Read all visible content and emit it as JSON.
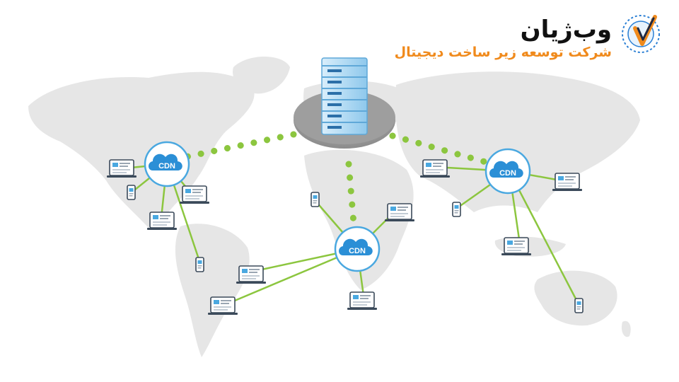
{
  "brand": {
    "name": "وب‌ژیان",
    "tagline": "شرکت توسعه زیر ساخت دیجیتال",
    "colors": {
      "accent": "#f08a1c",
      "logo_blue": "#2a7fd4"
    }
  },
  "diagram": {
    "origin_server": {
      "icon": "server-rack-icon"
    },
    "cdn_nodes": [
      {
        "id": "north-america",
        "label": "CDN"
      },
      {
        "id": "africa",
        "label": "CDN"
      },
      {
        "id": "asia",
        "label": "CDN"
      }
    ],
    "colors": {
      "map": "#e6e6e6",
      "link": "#8cc63f",
      "node_ring": "#4aa8e0",
      "cloud": "#2b8fd6"
    }
  }
}
